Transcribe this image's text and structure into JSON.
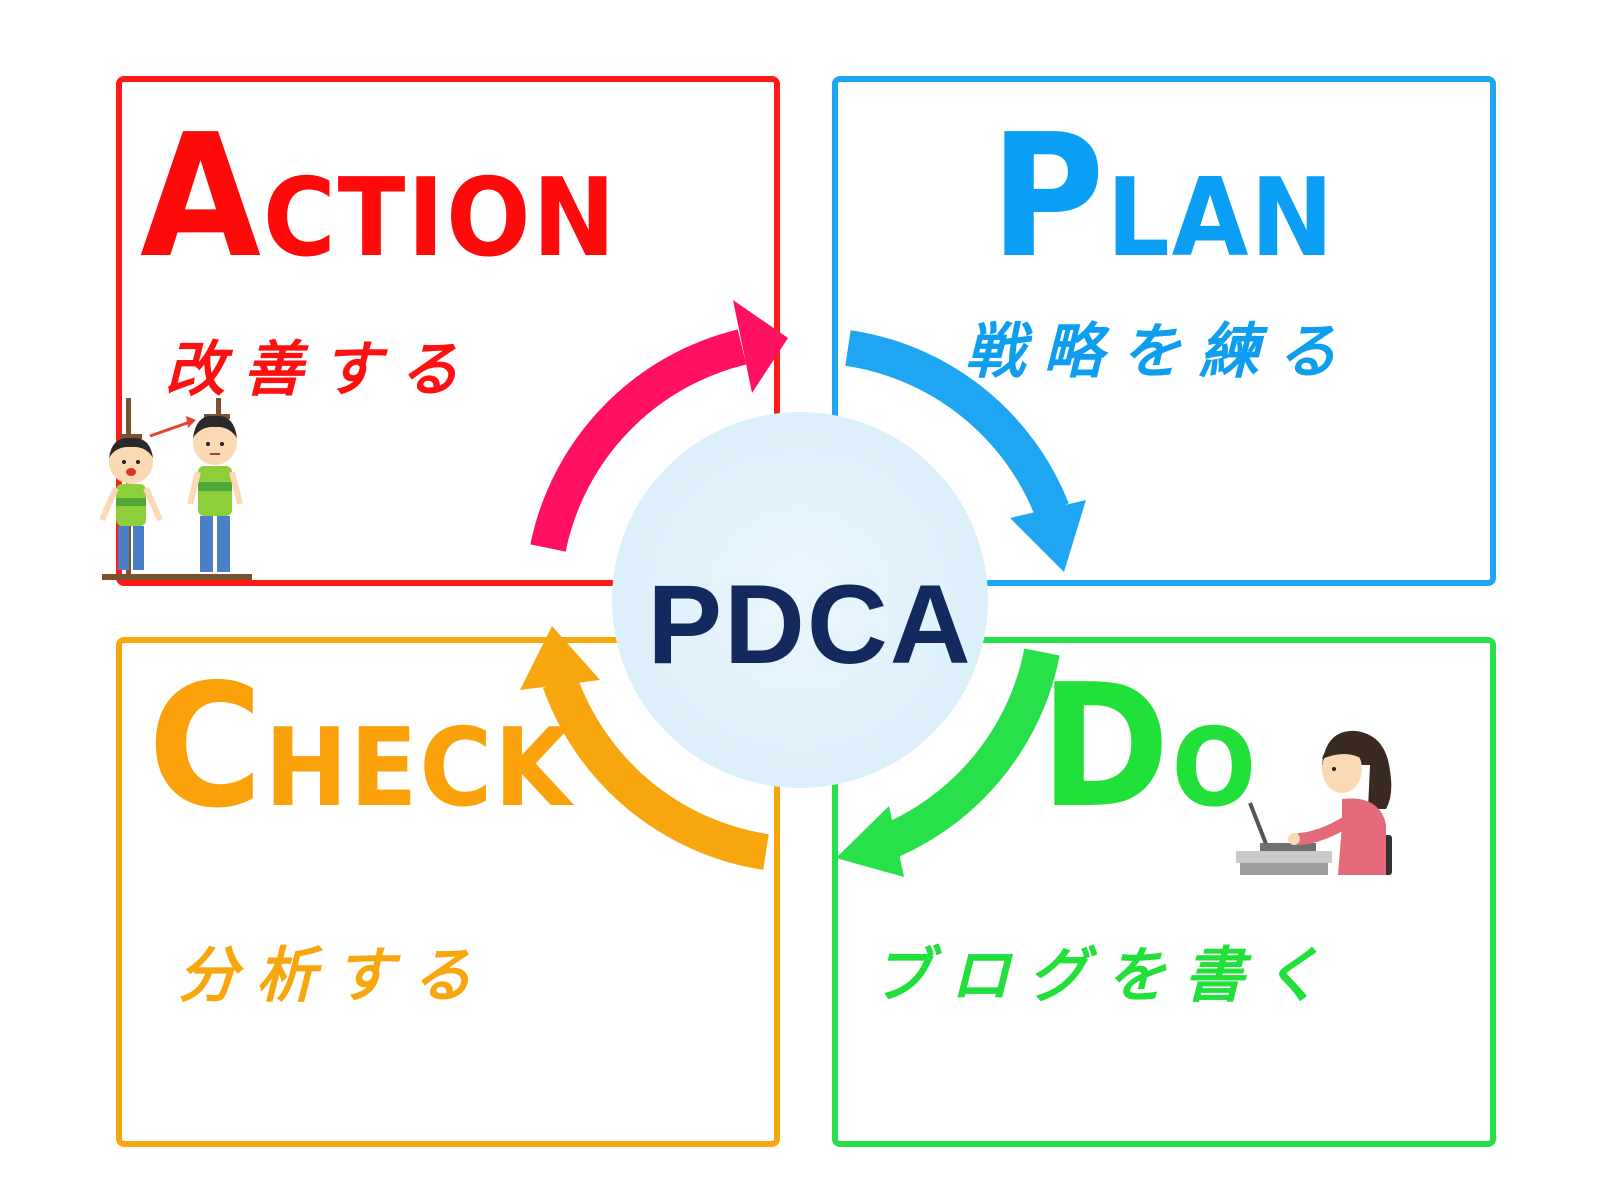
{
  "center": {
    "label": "PDCA"
  },
  "quadrants": {
    "action": {
      "initial": "A",
      "rest": "CTION",
      "subtitle": "改善する",
      "color": "#ff0a0a"
    },
    "plan": {
      "initial": "P",
      "rest": "LAN",
      "subtitle": "戦略を練る",
      "color": "#0a9ff5"
    },
    "check": {
      "initial": "C",
      "rest": "HECK",
      "subtitle": "分析する",
      "color": "#fba20a"
    },
    "do": {
      "initial": "D",
      "rest": "O",
      "subtitle": "ブログを書く",
      "color": "#22e03a"
    }
  },
  "arrows": {
    "action_to_plan": "#ff1060",
    "plan_to_do": "#1ea6f2",
    "do_to_check": "#28e04a",
    "check_to_action": "#f8a60e"
  },
  "illustrations": {
    "action": "height-growth-children-illustration",
    "do": "woman-typing-laptop-illustration"
  }
}
